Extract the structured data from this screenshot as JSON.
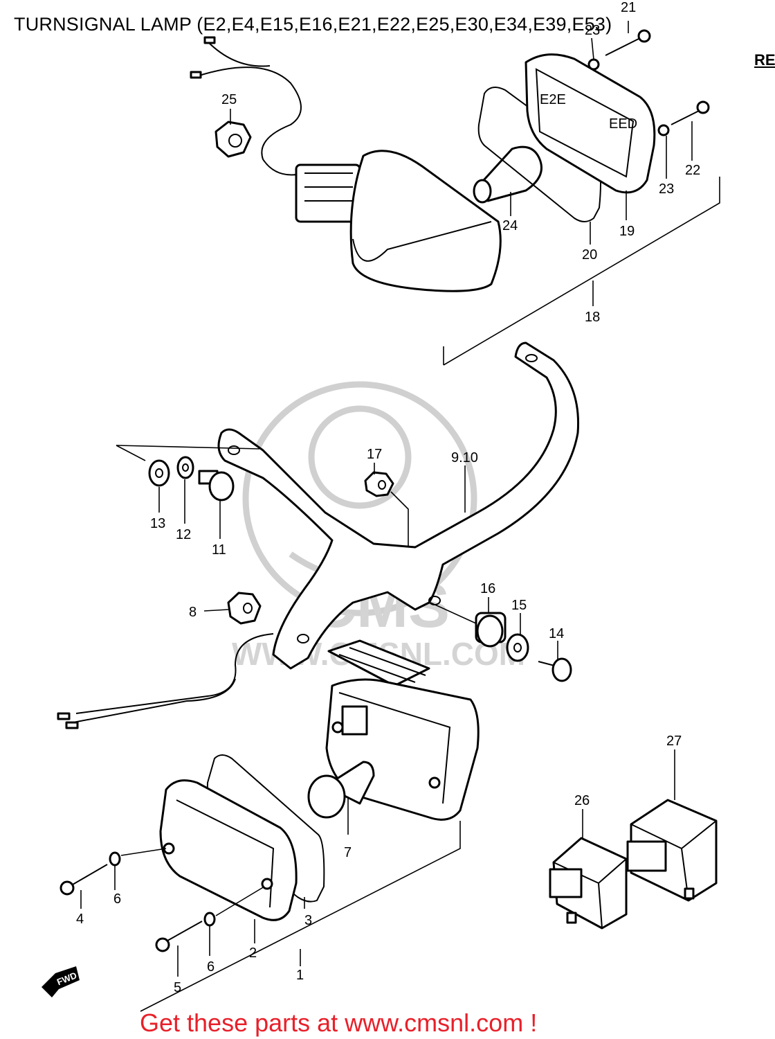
{
  "diagram": {
    "title": "TURNSIGNAL LAMP (E2,E4,E15,E16,E21,E22,E25,E30,E34,E39,E53)",
    "ref_label": "REF",
    "watermark_text": "WWW.CMSNL.COM",
    "watermark_logo_text": "CMS",
    "fwd_label": "FWD",
    "promo_text": "Get these parts at www.cmsnl.com !",
    "part_labels": [
      "21",
      "23",
      "25",
      "22",
      "23",
      "24",
      "19",
      "20",
      "18",
      "17",
      "9.10",
      "13",
      "12",
      "11",
      "16",
      "15",
      "8",
      "14",
      "27",
      "26",
      "7",
      "6",
      "4",
      "3",
      "2",
      "6",
      "5",
      "1"
    ],
    "colors": {
      "line": "#000000",
      "promo": "#e8202a",
      "watermark": "#d0d0d0"
    }
  }
}
